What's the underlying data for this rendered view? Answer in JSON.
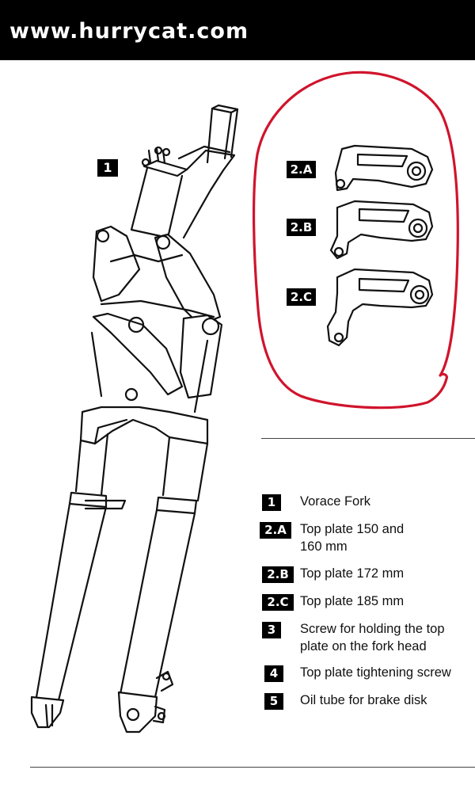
{
  "header": {
    "url": "www.hurrycat.com"
  },
  "diagram": {
    "fork_badge": "1",
    "plates": [
      {
        "badge": "2.A"
      },
      {
        "badge": "2.B"
      },
      {
        "badge": "2.C"
      }
    ]
  },
  "legend": {
    "items": [
      {
        "badge": "1",
        "text": "Vorace Fork"
      },
      {
        "badge": "2.A",
        "text": "Top plate 150 and 160 mm"
      },
      {
        "badge": "2.B",
        "text": "Top plate 172 mm"
      },
      {
        "badge": "2.C",
        "text": "Top plate 185 mm"
      },
      {
        "badge": "3",
        "text": "Screw for holding the top plate on the fork head"
      },
      {
        "badge": "4",
        "text": "Top plate tightening screw"
      },
      {
        "badge": "5",
        "text": "Oil tube for brake disk"
      }
    ]
  },
  "colors": {
    "highlight": "#d0142c",
    "badge_bg": "#000000",
    "header_bg": "#000000"
  }
}
